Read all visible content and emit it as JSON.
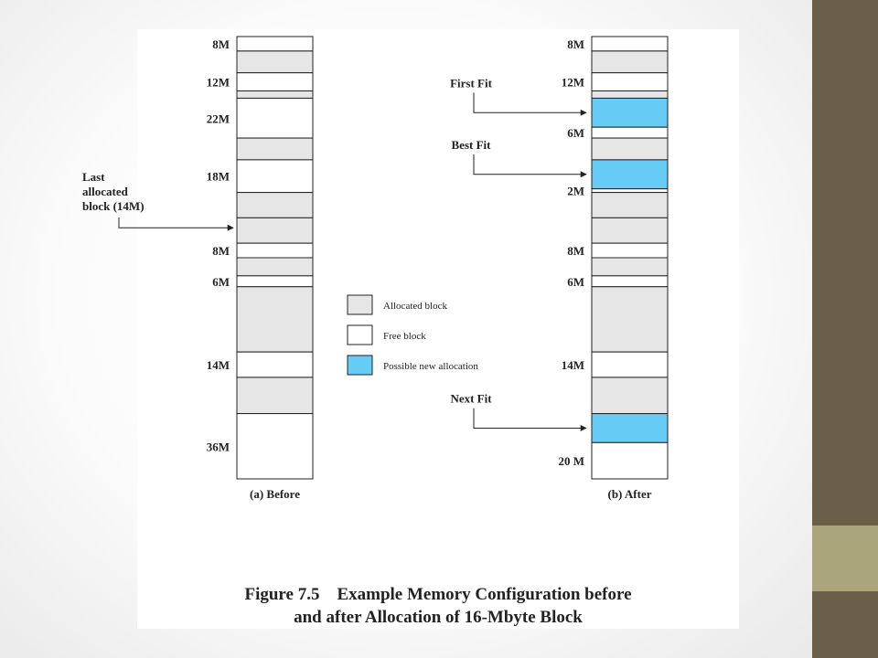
{
  "colors": {
    "sidebar_dark": "#6a6048",
    "sidebar_light": "#aaa57b",
    "allocated": "#e6e6e6",
    "free": "#ffffff",
    "new_allocation": "#66ccf5",
    "stroke": "#222222"
  },
  "before": {
    "caption": "(a) Before",
    "blocks": [
      {
        "kind": "free",
        "size": 8,
        "label": "8M"
      },
      {
        "kind": "allocated",
        "size": 12
      },
      {
        "kind": "free",
        "size": 10,
        "label": "12M"
      },
      {
        "kind": "allocated",
        "size": 4
      },
      {
        "kind": "free",
        "size": 22,
        "label": "22M"
      },
      {
        "kind": "allocated",
        "size": 12
      },
      {
        "kind": "free",
        "size": 18,
        "label": "18M"
      },
      {
        "kind": "allocated",
        "size": 14
      },
      {
        "kind": "allocated",
        "size": 14
      },
      {
        "kind": "free",
        "size": 8,
        "label": "8M"
      },
      {
        "kind": "allocated",
        "size": 10
      },
      {
        "kind": "free",
        "size": 6,
        "label": "6M"
      },
      {
        "kind": "allocated",
        "size": 36
      },
      {
        "kind": "free",
        "size": 14,
        "label": "14M"
      },
      {
        "kind": "allocated",
        "size": 20
      },
      {
        "kind": "free",
        "size": 36,
        "label": "36M"
      }
    ],
    "callout": {
      "lines": [
        "Last",
        "allocated",
        "block (14M)"
      ],
      "target_block": 8
    }
  },
  "after": {
    "caption": "(b) After",
    "blocks": [
      {
        "kind": "free",
        "size": 8,
        "label": "8M"
      },
      {
        "kind": "allocated",
        "size": 12
      },
      {
        "kind": "free",
        "size": 10,
        "label": "12M"
      },
      {
        "kind": "allocated",
        "size": 4
      },
      {
        "kind": "new",
        "size": 16,
        "callout": "First Fit"
      },
      {
        "kind": "free",
        "size": 6,
        "label": "6M"
      },
      {
        "kind": "allocated",
        "size": 12
      },
      {
        "kind": "new",
        "size": 16,
        "callout": "Best Fit"
      },
      {
        "kind": "free",
        "size": 2,
        "label": "2M"
      },
      {
        "kind": "allocated",
        "size": 14
      },
      {
        "kind": "allocated",
        "size": 14
      },
      {
        "kind": "free",
        "size": 8,
        "label": "8M"
      },
      {
        "kind": "allocated",
        "size": 10
      },
      {
        "kind": "free",
        "size": 6,
        "label": "6M"
      },
      {
        "kind": "allocated",
        "size": 36
      },
      {
        "kind": "free",
        "size": 14,
        "label": "14M"
      },
      {
        "kind": "allocated",
        "size": 20
      },
      {
        "kind": "new",
        "size": 16,
        "callout": "Next Fit"
      },
      {
        "kind": "free",
        "size": 20,
        "label": "20 M"
      }
    ]
  },
  "legend": [
    {
      "kind": "allocated",
      "label": "Allocated block"
    },
    {
      "kind": "free",
      "label": "Free block"
    },
    {
      "kind": "new",
      "label": "Possible new allocation"
    }
  ],
  "caption": {
    "line1": "Figure 7.5    Example Memory Configuration before",
    "line2": "and after Allocation of 16-Mbyte Block"
  }
}
